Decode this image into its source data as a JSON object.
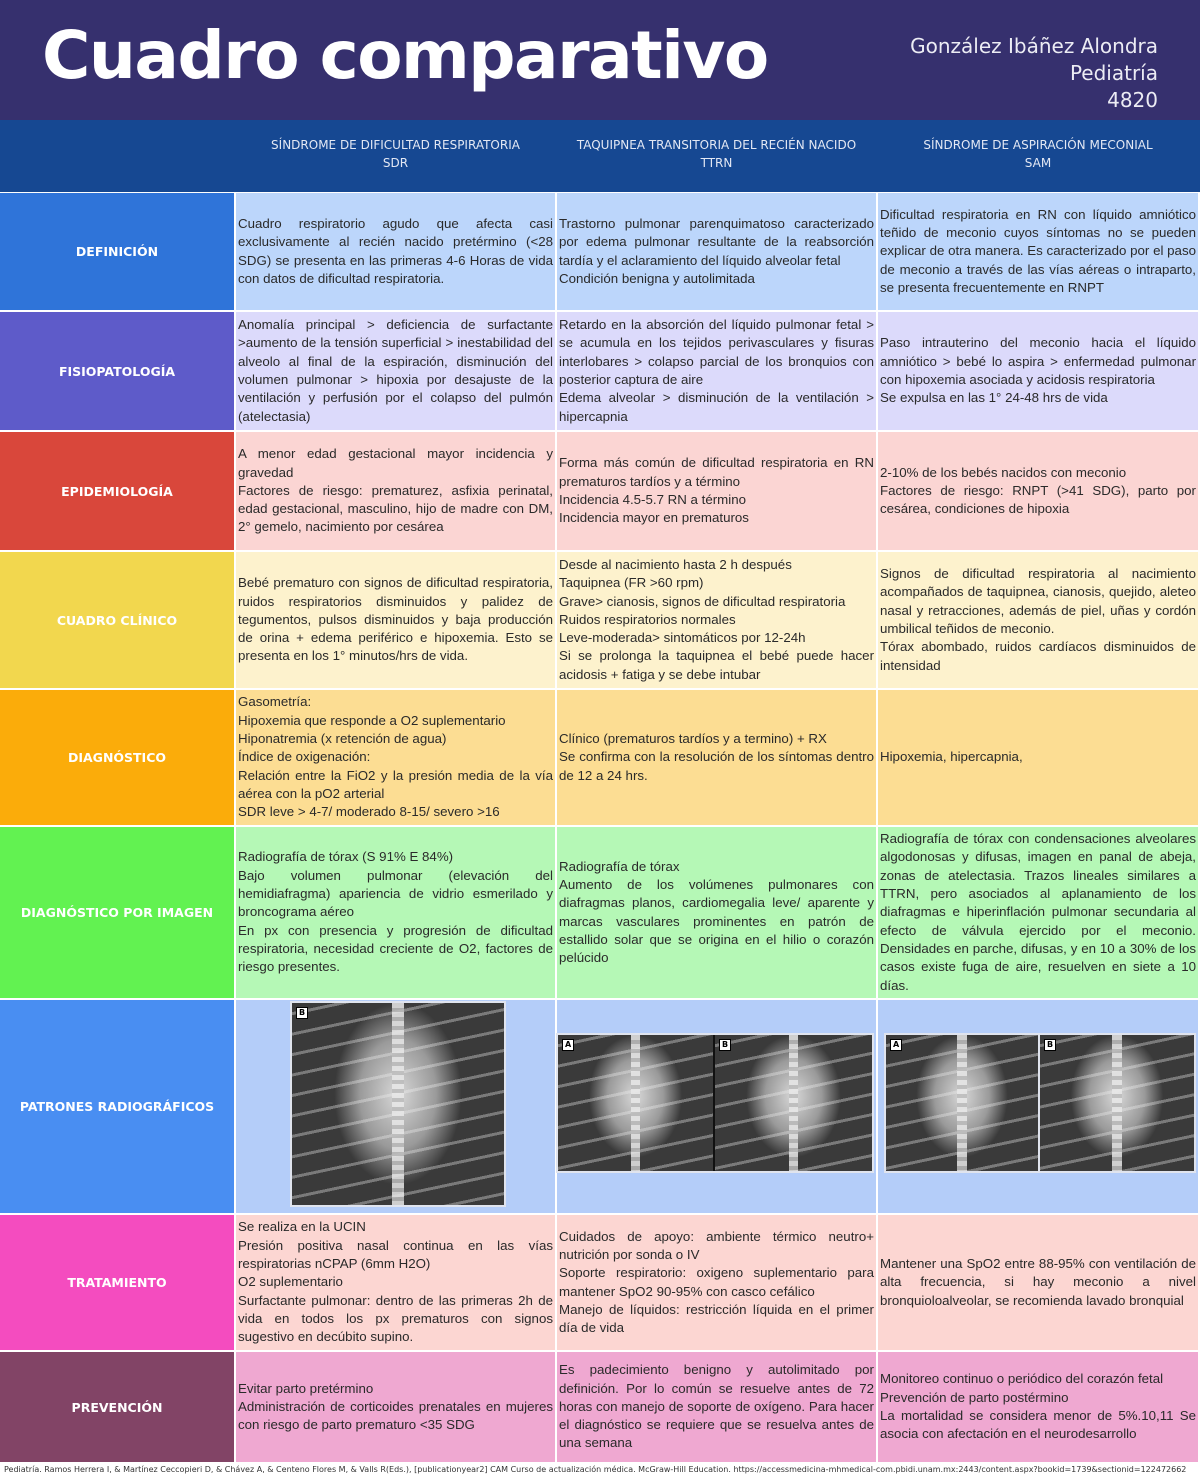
{
  "header": {
    "title": "Cuadro comparativo",
    "author": "González Ibáñez Alondra",
    "subject": "Pediatría",
    "id_number": "4820",
    "background": "#36306e"
  },
  "columns": [
    {
      "name": "SÍNDROME DE DIFICULTAD RESPIRATORIA",
      "abbr": "SDR"
    },
    {
      "name": "TAQUIPNEA TRANSITORIA DEL RECIÉN NACIDO",
      "abbr": "TTRN"
    },
    {
      "name": "SÍNDROME DE ASPIRACIÓN MECONIAL",
      "abbr": "SAM"
    }
  ],
  "rows": [
    {
      "label": "DEFINICIÓN",
      "label_color": "#2f74d9",
      "cell_color": "#bcd6fb",
      "cells": [
        "Cuadro respiratorio agudo que afecta casi exclusivamente al recién nacido pretérmino (<28 SDG) se presenta en las primeras 4-6 Horas de vida con datos de dificultad respiratoria.",
        "Trastorno pulmonar parenquimatoso caracterizado por edema pulmonar resultante de la reabsorción tardía y el aclaramiento del líquido alveolar fetal\nCondición benigna y autolimitada",
        "Dificultad respiratoria en RN con líquido amniótico teñido de meconio cuyos síntomas no se pueden explicar de otra manera. Es caracterizado por el paso de meconio a través de las vías aéreas o intraparto, se presenta frecuentemente en RNPT"
      ]
    },
    {
      "label": "FISIOPATOLOGÍA",
      "label_color": "#5e5bc9",
      "cell_color": "#dcdafb",
      "cells": [
        "Anomalía principal > deficiencia de surfactante >aumento de la tensión superficial > inestabilidad del alveolo al final de la espiración, disminución del volumen pulmonar > hipoxia por desajuste de la ventilación y perfusión por el colapso del pulmón (atelectasia)",
        "Retardo en la absorción del líquido pulmonar fetal > se acumula en los tejidos perivasculares y fisuras interlobares > colapso parcial de los bronquios con posterior captura de aire\nEdema alveolar > disminución de la ventilación > hipercapnia",
        "Paso intrauterino del meconio hacia el líquido amniótico > bebé lo aspira > enfermedad pulmonar con hipoxemia asociada y acidosis respiratoria\nSe expulsa en las 1° 24-48 hrs de vida"
      ]
    },
    {
      "label": "EPIDEMIOLOGÍA",
      "label_color": "#d9473b",
      "cell_color": "#fbd5d3",
      "cells": [
        "A menor edad gestacional mayor incidencia y gravedad\nFactores de riesgo: prematurez, asfixia perinatal, edad gestacional, masculino, hijo de madre con DM, 2° gemelo, nacimiento por cesárea",
        "Forma más común de dificultad respiratoria en RN prematuros tardíos y a término\nIncidencia 4.5-5.7 RN a término\nIncidencia mayor en prematuros",
        "2-10% de los bebés nacidos con meconio\nFactores de riesgo: RNPT (>41 SDG), parto por cesárea, condiciones de hipoxia"
      ]
    },
    {
      "label": "CUADRO CLÍNICO",
      "label_color": "#f2d74e",
      "cell_color": "#fdf2cd",
      "cells": [
        "Bebé prematuro con signos de dificultad respiratoria, ruidos respiratorios disminuidos y palidez de tegumentos, pulsos disminuidos y baja producción de orina + edema periférico e hipoxemia. Esto se presenta en los 1° minutos/hrs de vida.",
        "Desde al nacimiento hasta 2 h después\nTaquipnea (FR >60 rpm)\nGrave> cianosis, signos de dificultad respiratoria\nRuidos respiratorios normales\nLeve-moderada> sintomáticos por 12-24h\nSi se prolonga la taquipnea el bebé puede hacer acidosis + fatiga y se debe intubar",
        "Signos de dificultad respiratoria al nacimiento acompañados de taquipnea, cianosis, quejido, aleteo nasal y retracciones, además de piel, uñas y cordón umbilical teñidos de meconio.\nTórax abombado, ruidos cardíacos disminuidos de intensidad"
      ]
    },
    {
      "label": "DIAGNÓSTICO",
      "label_color": "#fbac0a",
      "cell_color": "#fcdd93",
      "cells": [
        "Gasometría:\nHipoxemia que responde a O2 suplementario\nHiponatremia (x retención de agua)\nÍndice de oxigenación:\nRelación entre la FiO2 y la presión media de la vía aérea con la pO2 arterial\nSDR leve > 4-7/ moderado 8-15/ severo >16",
        "Clínico (prematuros tardíos y a termino) + RX\nSe confirma con la resolución de los síntomas dentro de 12 a 24 hrs.",
        "Hipoxemia, hipercapnia,"
      ]
    },
    {
      "label": "DIAGNÓSTICO POR IMAGEN",
      "label_color": "#62f251",
      "cell_color": "#b5f8b6",
      "cells": [
        "Radiografía de tórax (S 91% E 84%)\nBajo volumen pulmonar (elevación del hemidiafragma) apariencia de vidrio esmerilado y broncograma aéreo\nEn px con presencia y progresión de dificultad respiratoria, necesidad creciente de O2, factores de riesgo presentes.",
        "Radiografía de tórax\nAumento de los volúmenes pulmonares con diafragmas planos, cardiomegalia leve/ aparente y marcas vasculares prominentes en patrón de estallido solar que se origina en el hilio o corazón pelúcido",
        "Radiografía de tórax con condensaciones alveolares algodonosas y difusas, imagen en panal de abeja, zonas de atelectasia. Trazos lineales similares a TTRN, pero asociados al aplanamiento de los diafragmas e hiperinflación pulmonar secundaria al efecto de válvula ejercido por el meconio. Densidades en parche, difusas, y en 10 a 30% de los casos existe fuga de aire, resuelven en siete a 10 días."
      ]
    },
    {
      "label": "PATRONES RADIOGRÁFICOS",
      "label_color": "#498ef2",
      "cell_color": "#b4cdf9",
      "images": [
        {
          "description": "chest-xray-sdr",
          "tags": [
            "B"
          ]
        },
        {
          "description": "chest-xray-ttrn",
          "tags": [
            "A",
            "B"
          ]
        },
        {
          "description": "chest-xray-sam",
          "tags": [
            "A",
            "B"
          ]
        }
      ]
    },
    {
      "label": "TRATAMIENTO",
      "label_color": "#f44cbf",
      "cell_color": "#fcd6d2",
      "cells": [
        "Se realiza en la UCIN\nPresión positiva nasal continua en las vías respiratorias nCPAP (6mm H2O)\nO2 suplementario\nSurfactante pulmonar: dentro de las primeras 2h de vida en todos los px prematuros con signos sugestivo en decúbito supino.",
        "Cuidados de apoyo: ambiente térmico neutro+ nutrición por sonda o IV\nSoporte respiratorio: oxigeno suplementario para mantener SpO2 90-95% con casco cefálico\nManejo de líquidos: restricción líquida en el primer día de vida",
        "Mantener una SpO2 entre 88-95% con ventilación de alta frecuencia, si hay meconio a nivel bronquioloalveolar, se recomienda lavado bronquial"
      ]
    },
    {
      "label": "PREVENCIÓN",
      "label_color": "#824466",
      "cell_color": "#efa8d1",
      "cells": [
        "Evitar parto pretérmino\nAdministración de corticoides prenatales en mujeres con riesgo de parto prematuro <35 SDG",
        "Es padecimiento benigno y autolimitado por definición. Por lo común se resuelve antes de 72 horas con manejo de soporte de oxígeno. Para hacer el diagnóstico se requiere que se resuelva antes de una semana",
        "Monitoreo continuo o periódico del corazón fetal\nPrevención de parto postérmino\nLa mortalidad se considera menor de 5%.10,11 Se asocia con afectación en el neurodesarrollo"
      ]
    }
  ],
  "footer": {
    "citation": "Pediatría. Ramos Herrera I, & Martínez Ceccopieri D, & Chávez A, & Centeno Flores M, & Valls R(Eds.), [publicationyear2] CAM Curso de actualización médica. McGraw-Hill Education. https://accessmedicina-mhmedical-com.pbidi.unam.mx:2443/content.aspx?bookid=1739&sectionid=122472662"
  }
}
